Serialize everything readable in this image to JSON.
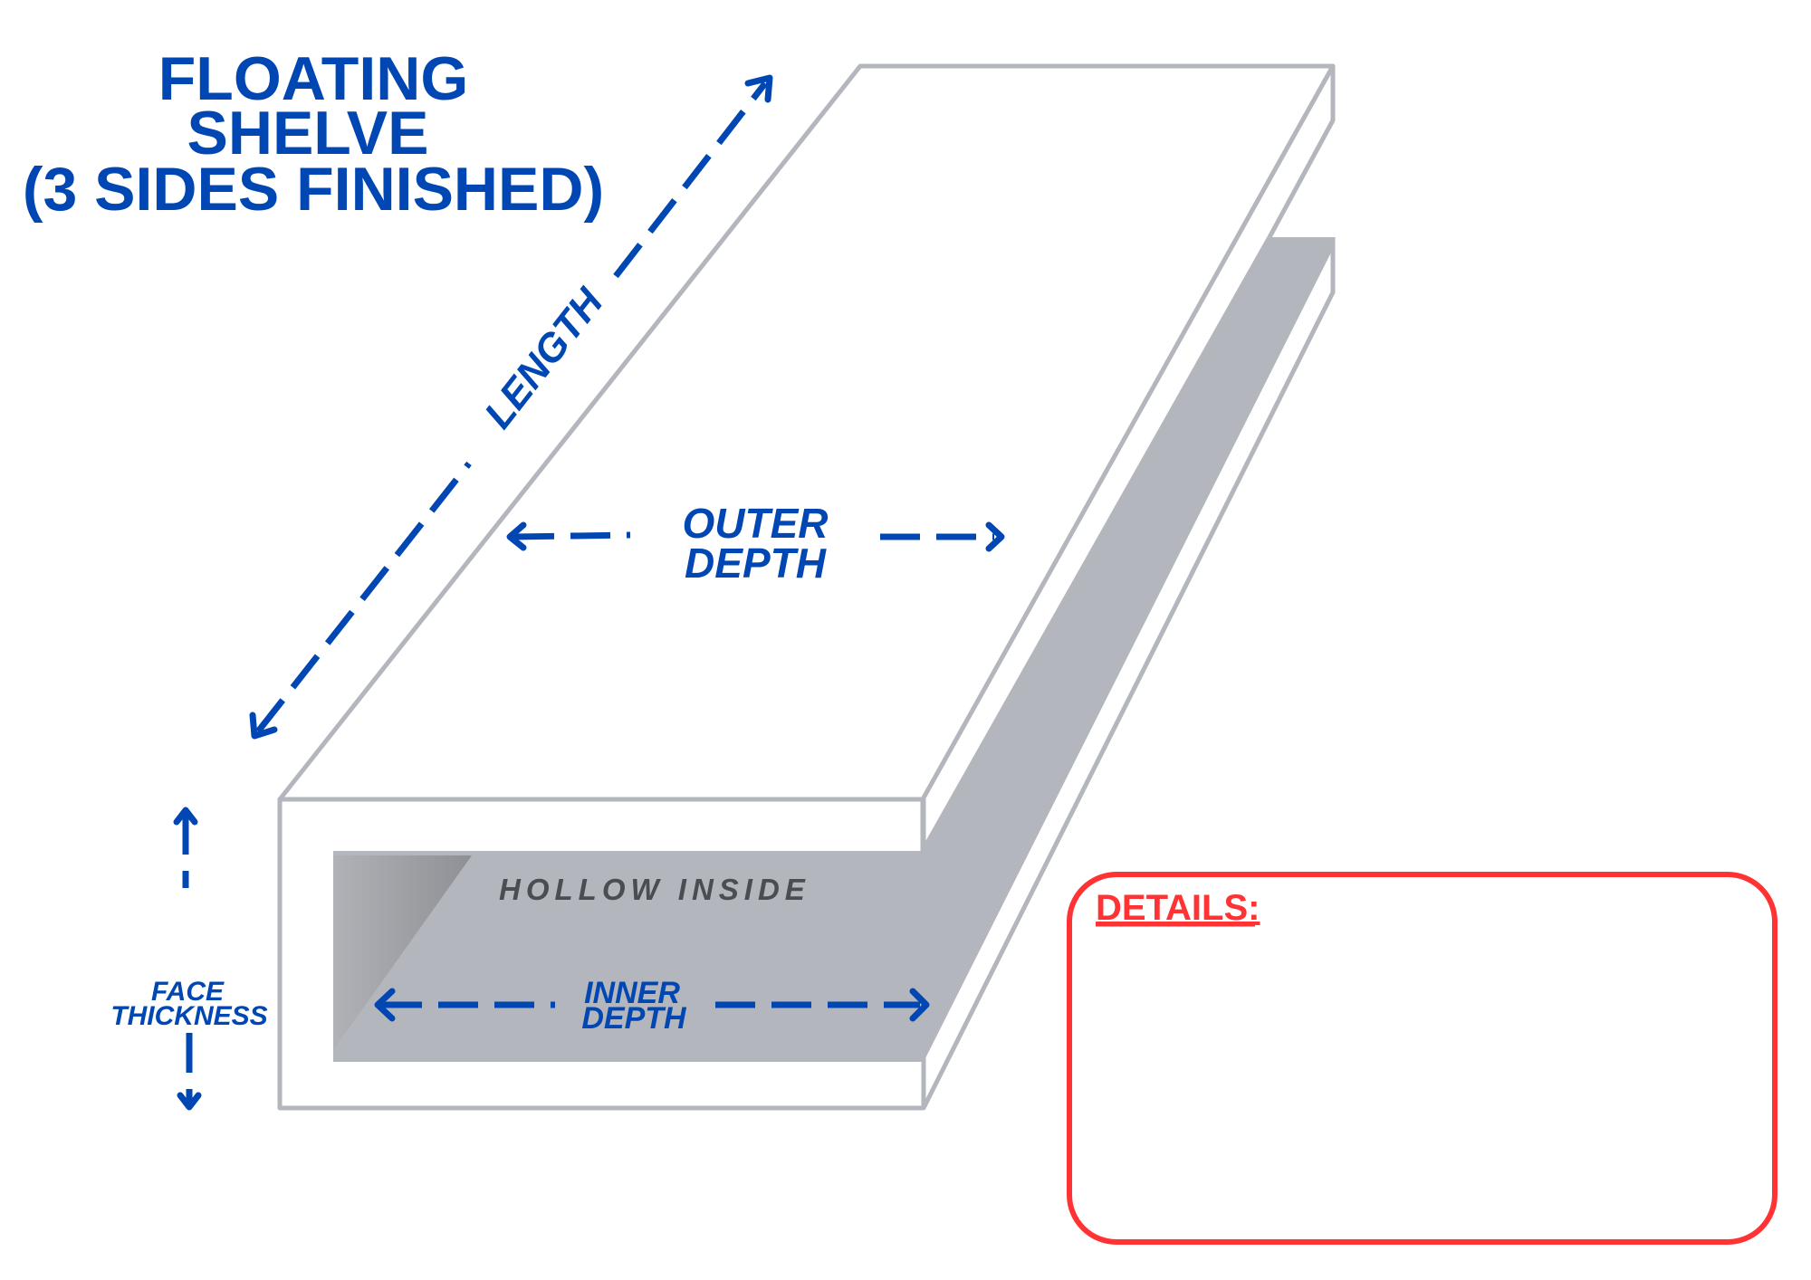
{
  "title": {
    "line1": "FLOATING",
    "line2": "SHELVE",
    "line3": "(3 SIDES FINISHED)"
  },
  "labels": {
    "length": "LENGTH",
    "outer_depth_1": "OUTER",
    "outer_depth_2": "DEPTH",
    "hollow": "HOLLOW INSIDE",
    "inner_depth_1": "INNER",
    "inner_depth_2": "DEPTH",
    "face_1": "FACE",
    "face_2": "THICKNESS"
  },
  "details": {
    "heading": "DETAILS:"
  },
  "colors": {
    "accent": "#0047b3",
    "outline": "#b3b6bc",
    "hollow": "#b3b6bc",
    "details_border": "#ff3333"
  }
}
